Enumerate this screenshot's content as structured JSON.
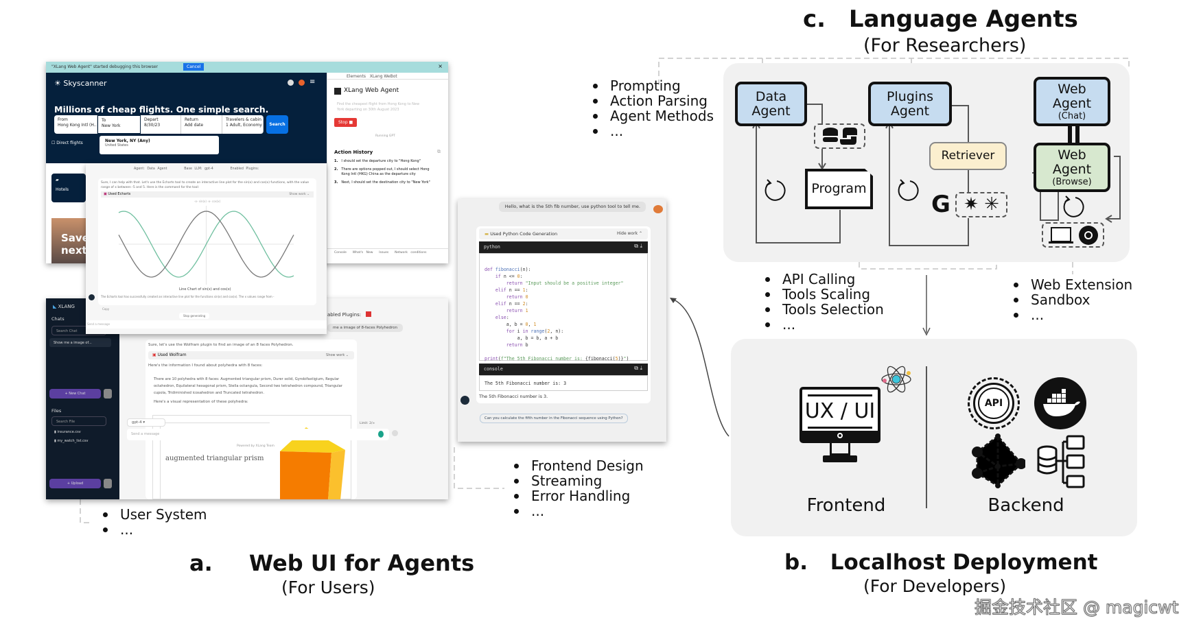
{
  "panel_a": {
    "label": "a.",
    "title": "Web UI for Agents",
    "subtitle": "(For Users)",
    "bullets_user": [
      "User System",
      "..."
    ],
    "bullets_frontend": [
      "Frontend Design",
      "Streaming",
      "Error Handling",
      "..."
    ]
  },
  "panel_b": {
    "label": "b.",
    "title": "Localhost Deployment",
    "subtitle": "(For Developers)",
    "frontend_label": "Frontend",
    "backend_label": "Backend",
    "monitor_text": "UX / UI",
    "api_text": "API"
  },
  "panel_c": {
    "label": "c.",
    "title": "Language Agents",
    "subtitle": "(For Researchers)",
    "bullets_left": [
      "Prompting",
      "Action Parsing",
      "Agent Methods",
      "..."
    ],
    "bullets_plugins": [
      "API Calling",
      "Tools Scaling",
      "Tools Selection",
      "..."
    ],
    "bullets_web": [
      "Web Extension",
      "Sandbox",
      "..."
    ],
    "data_agent": [
      "Data",
      "Agent"
    ],
    "plugins_agent": [
      "Plugins",
      "Agent"
    ],
    "web_agent_chat": [
      "Web",
      "Agent",
      "(Chat)"
    ],
    "web_agent_browse": [
      "Web",
      "Agent",
      "(Browse)"
    ],
    "retriever": "Retriever",
    "program": "Program",
    "colors": {
      "agent_blue": "#c6dcf0",
      "browse_green": "#d7e8cf",
      "retriever_yellow": "#fbefcf"
    }
  },
  "skyscanner_shot": {
    "debug_bar": "\"XLang Web Agent\" started debugging this browser",
    "cancel": "Cancel",
    "brand": "Skyscanner",
    "headline": "Millions of cheap flights. One simple search.",
    "fields": [
      {
        "label": "From",
        "value": "Hong Kong Intl (H..."
      },
      {
        "label": "To",
        "value": "New York"
      },
      {
        "label": "Depart",
        "value": "8/30/23"
      },
      {
        "label": "Return",
        "value": "Add date"
      },
      {
        "label": "Travelers & cabin ...",
        "value": "1 Adult, Economy"
      }
    ],
    "search": "Search",
    "direct_flights": "Direct flights",
    "suggestion_title": "New York, NY (Any)",
    "suggestion_sub": "United States",
    "hotels": "Hotels",
    "promo": "Save next",
    "devtools_tabs": [
      "Elements",
      "XLang WeBot"
    ],
    "agent_title": "XLang Web Agent",
    "prompt": "Find the cheapest flight from Hong Kong to New York departing on 30th August 2023",
    "stop": "Stop",
    "running": "Running GPT",
    "action_history": "Action History",
    "actions": [
      "I should set the departure city to \"Hong Kong\"",
      "There are options popped out, I should select Hong Kong Intl (HKG) China as the departure city",
      "Next, I should set the destination city to \"New York\""
    ],
    "bottom_tabs": [
      "Console",
      "What's New",
      "Issues",
      "Network conditions"
    ]
  },
  "echarts_shot": {
    "agent": "Agent: Data Agent",
    "llm": "Base LLM: gpt-4",
    "plugins": "Enabled Plugins:",
    "message": "Sure, I can help with that. Let's use the Echarts tool to create an interactive line plot for the sin(x) and cos(x) functions, with the value range of x between -5 and 5. Here is the command for the tool:",
    "used": "Used Echarts",
    "show_work": "Show work",
    "legend": [
      "sin(x)",
      "cos(x)"
    ],
    "chart_title": "Line Chart of sin(x) and cos(x)",
    "result": "The Echarts tool has successfully created an interactive line plot for the functions sin(x) and cos(x). The x values range from -",
    "copy": "Copy",
    "stop_generating": "Stop generating",
    "input_placeholder": "Send a message"
  },
  "chat_shot": {
    "brand": "XLANG",
    "chats": "Chats",
    "search_chat": "Search Chat",
    "chat_item": "Show me a image of...",
    "new_chat": "+ New Chat",
    "files": "Files",
    "search_file": "Search File",
    "file_list": [
      "insurance.csv",
      "my_watch_list.csv"
    ],
    "upload": "+ Upload",
    "plugins_label": "abled Plugins:",
    "user_msg": "me a image of 8-faces Polyhedron",
    "reply": "Sure, let's use the Wolfram plugin to find an image of an 8 faces Polyhedron.",
    "used": "Used Wolfram",
    "show_work": "Show work",
    "info": "Here's the information I found about polyhedra with 8 faces:",
    "point1": "There are 10 polyhedra with 8 faces: Augmented triangular prism, Durer solid, Gyrobifastigium, Regular octahedron, Equilateral hexagonal prism, Stella octangula, Second two tetrahedron compound, Triangular cupola, Tridiminished icosahedron and Truncated tetrahedron.",
    "point2": "Here's a visual representation of these polyhedra:",
    "image_caption": "augmented triangular prism",
    "model": "gpt-4",
    "limit": "Limit: 2/∞",
    "input_placeholder": "Send a message",
    "powered": "Powered by XLang Team"
  },
  "python_shot": {
    "user_msg": "Hello, what is the 5th fib number, use python tool to tell me.",
    "used": "Used Python Code Generation",
    "hide_work": "Hide work",
    "lang": "python",
    "console": "console",
    "console_output": "The 5th Fibonacci number is: 3",
    "answer": "The 5th Fibonacci number is 3.",
    "suggestion": "Can you calculate the fifth number in the Fibonacci sequence using Python?"
  },
  "watermark": "掘金技术社区 @ magicwt"
}
